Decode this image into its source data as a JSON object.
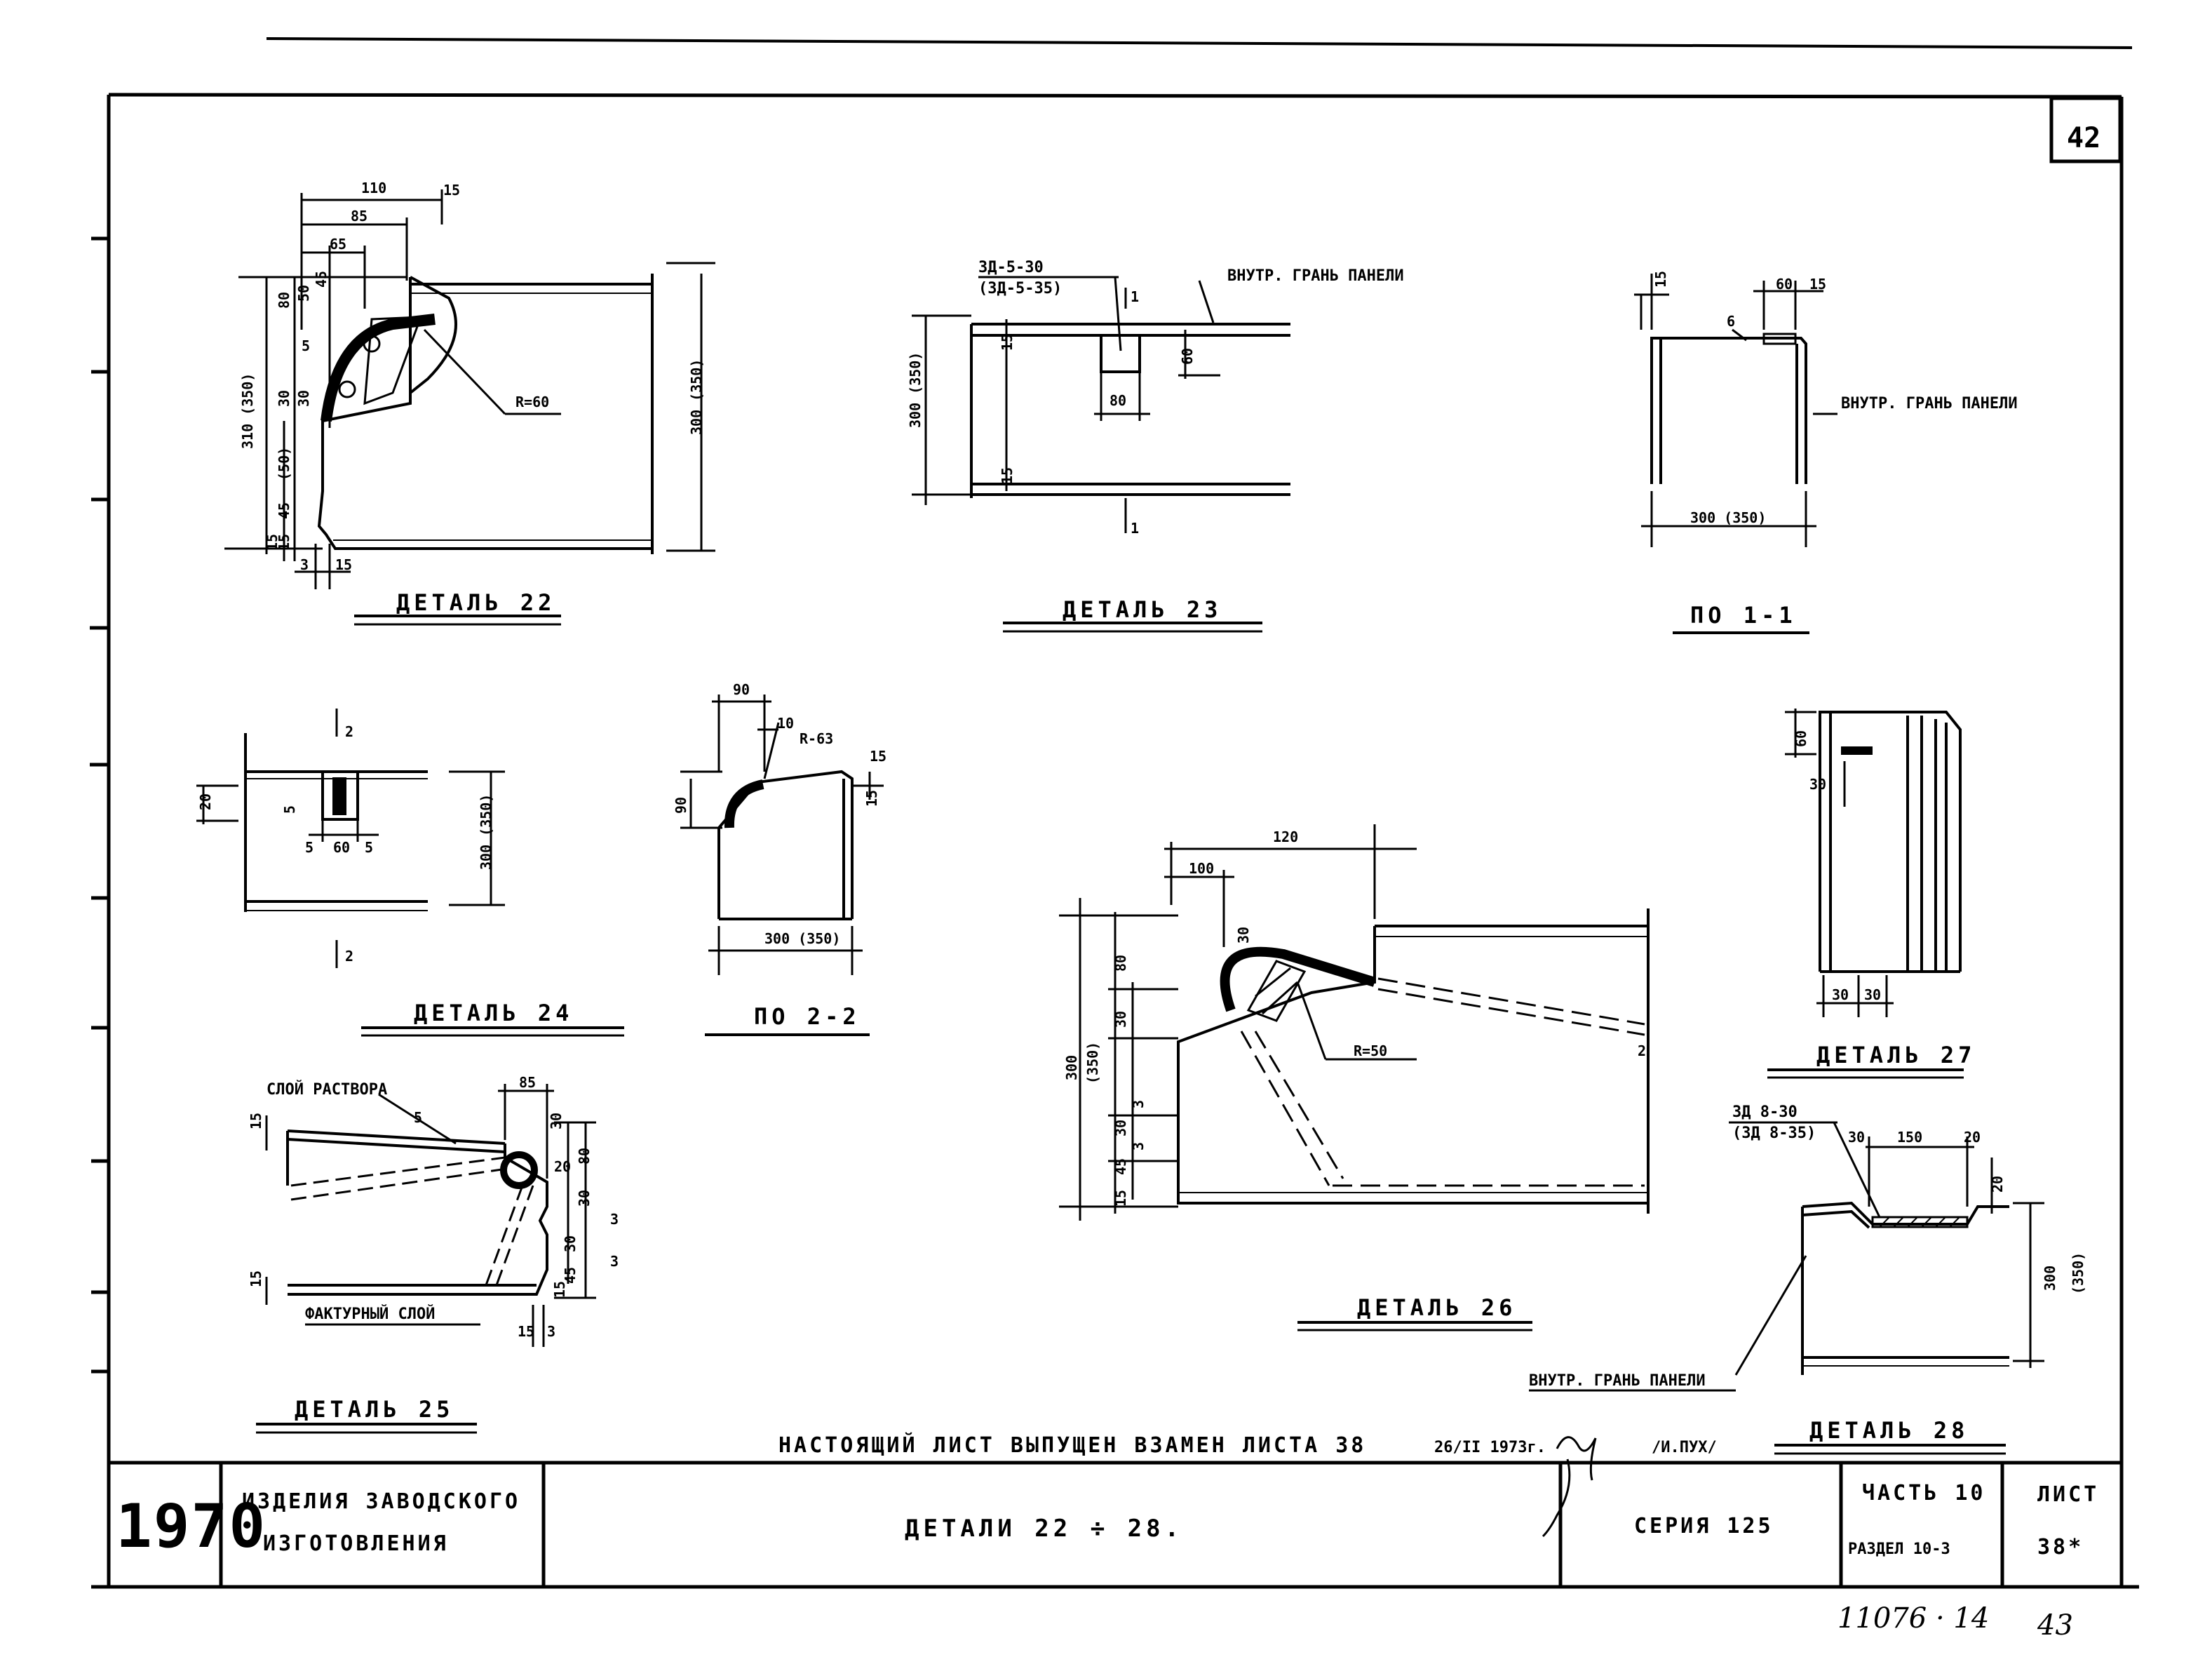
{
  "sheet": {
    "corner_number": "42",
    "bottom_code": "11076 · 14",
    "bottom_page": "43",
    "notice": "НАСТОЯЩИЙ ЛИСТ ВЫПУЩЕН ВЗАМЕН ЛИСТА 38",
    "notice_date": "26/II 1973г.",
    "notice_author": "/И.ПУХ/"
  },
  "titleblock": {
    "year": "1970",
    "product_line1": "ИЗДЕЛИЯ ЗАВОДСКОГО",
    "product_line2": "ИЗГОТОВЛЕНИЯ",
    "drawing_title": "ДЕТАЛИ 22 ÷ 28.",
    "series": "СЕРИЯ 125",
    "part": "ЧАСТЬ 10",
    "section": "РАЗДЕЛ 10-3",
    "sheet_label": "ЛИСТ",
    "sheet_no": "38*"
  },
  "details": {
    "d22": {
      "title": "ДЕТАЛЬ 22",
      "dims": [
        "110",
        "15",
        "85",
        "65",
        "80",
        "50",
        "45",
        "5",
        "30",
        "30",
        "310 (350)",
        "(50)",
        "45",
        "15",
        "15",
        "3",
        "15",
        "R=60",
        "300 (350)"
      ]
    },
    "d23": {
      "title": "ДЕТАЛЬ 23",
      "mark1": "3Д-5-30",
      "mark2": "(3Д-5-35)",
      "inner_face": "ВНУТР. ГРАНЬ ПАНЕЛИ",
      "dims": [
        "300 (350)",
        "15",
        "60",
        "80",
        "15",
        "1",
        "1"
      ]
    },
    "s11": {
      "title": "ПО 1-1",
      "inner_face": "ВНУТР. ГРАНЬ ПАНЕЛИ",
      "dims": [
        "15",
        "6",
        "60",
        "15",
        "300 (350)"
      ]
    },
    "d24": {
      "title": "ДЕТАЛЬ 24",
      "dims": [
        "2",
        "2",
        "20",
        "5",
        "5",
        "60",
        "5",
        "300 (350)"
      ]
    },
    "s22": {
      "title": "ПО 2-2",
      "dims": [
        "90",
        "10",
        "R-63",
        "15",
        "90",
        "15",
        "300 (350)"
      ]
    },
    "d25": {
      "title": "ДЕТАЛЬ 25",
      "mortar": "СЛОЙ РАСТВОРА",
      "texture": "ФАКТУРНЫЙ СЛОЙ",
      "dims": [
        "85",
        "15",
        "30",
        "20",
        "80",
        "30",
        "30",
        "45",
        "15",
        "3",
        "3",
        "15",
        "15",
        "3",
        "5"
      ]
    },
    "d26": {
      "title": "ДЕТАЛЬ 26",
      "dims": [
        "120",
        "100",
        "30",
        "80",
        "300",
        "(350)",
        "30",
        "30",
        "45",
        "15",
        "3",
        "3",
        "R=50",
        "2"
      ]
    },
    "d27": {
      "title": "ДЕТАЛЬ 27",
      "dims": [
        "60",
        "30",
        "30",
        "30"
      ]
    },
    "d28": {
      "title": "ДЕТАЛЬ 28",
      "mark1": "3Д 8-30",
      "mark2": "(3Д 8-35)",
      "inner_face": "ВНУТР. ГРАНЬ ПАНЕЛИ",
      "dims": [
        "30",
        "150",
        "20",
        "20",
        "300",
        "(350)"
      ]
    }
  }
}
